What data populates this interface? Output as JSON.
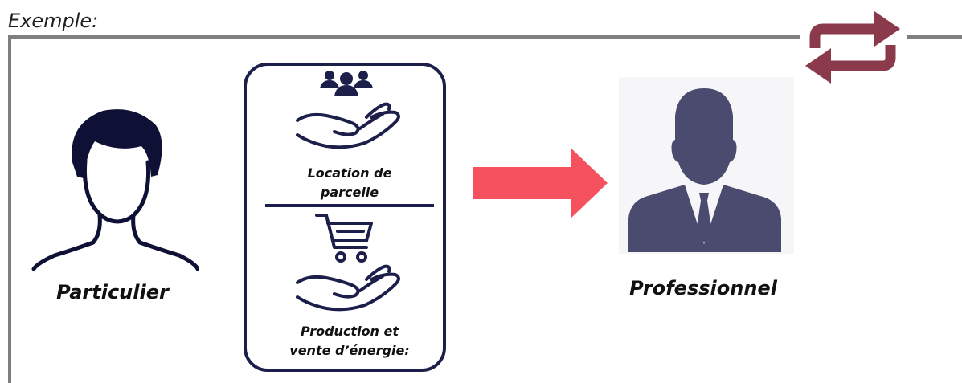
{
  "diagram": {
    "title": "Exemple:",
    "actors": {
      "left": "Particulier",
      "right": "Professionnel"
    },
    "services": {
      "top": [
        "Location de",
        "parcelle"
      ],
      "bottom": [
        "Production et",
        "vente d’énergie:"
      ]
    },
    "icons": [
      "person-outline-icon",
      "group-icon",
      "hand-icon",
      "cart-icon",
      "businessman-icon",
      "exchange-arrows-icon",
      "right-arrow-icon"
    ],
    "colors": {
      "frame": "#7f7f7f",
      "navy": "#1c1f4a",
      "person": "#4b4b6f",
      "arrow": "#f5515f",
      "exchange": "#8b3a4b"
    }
  }
}
